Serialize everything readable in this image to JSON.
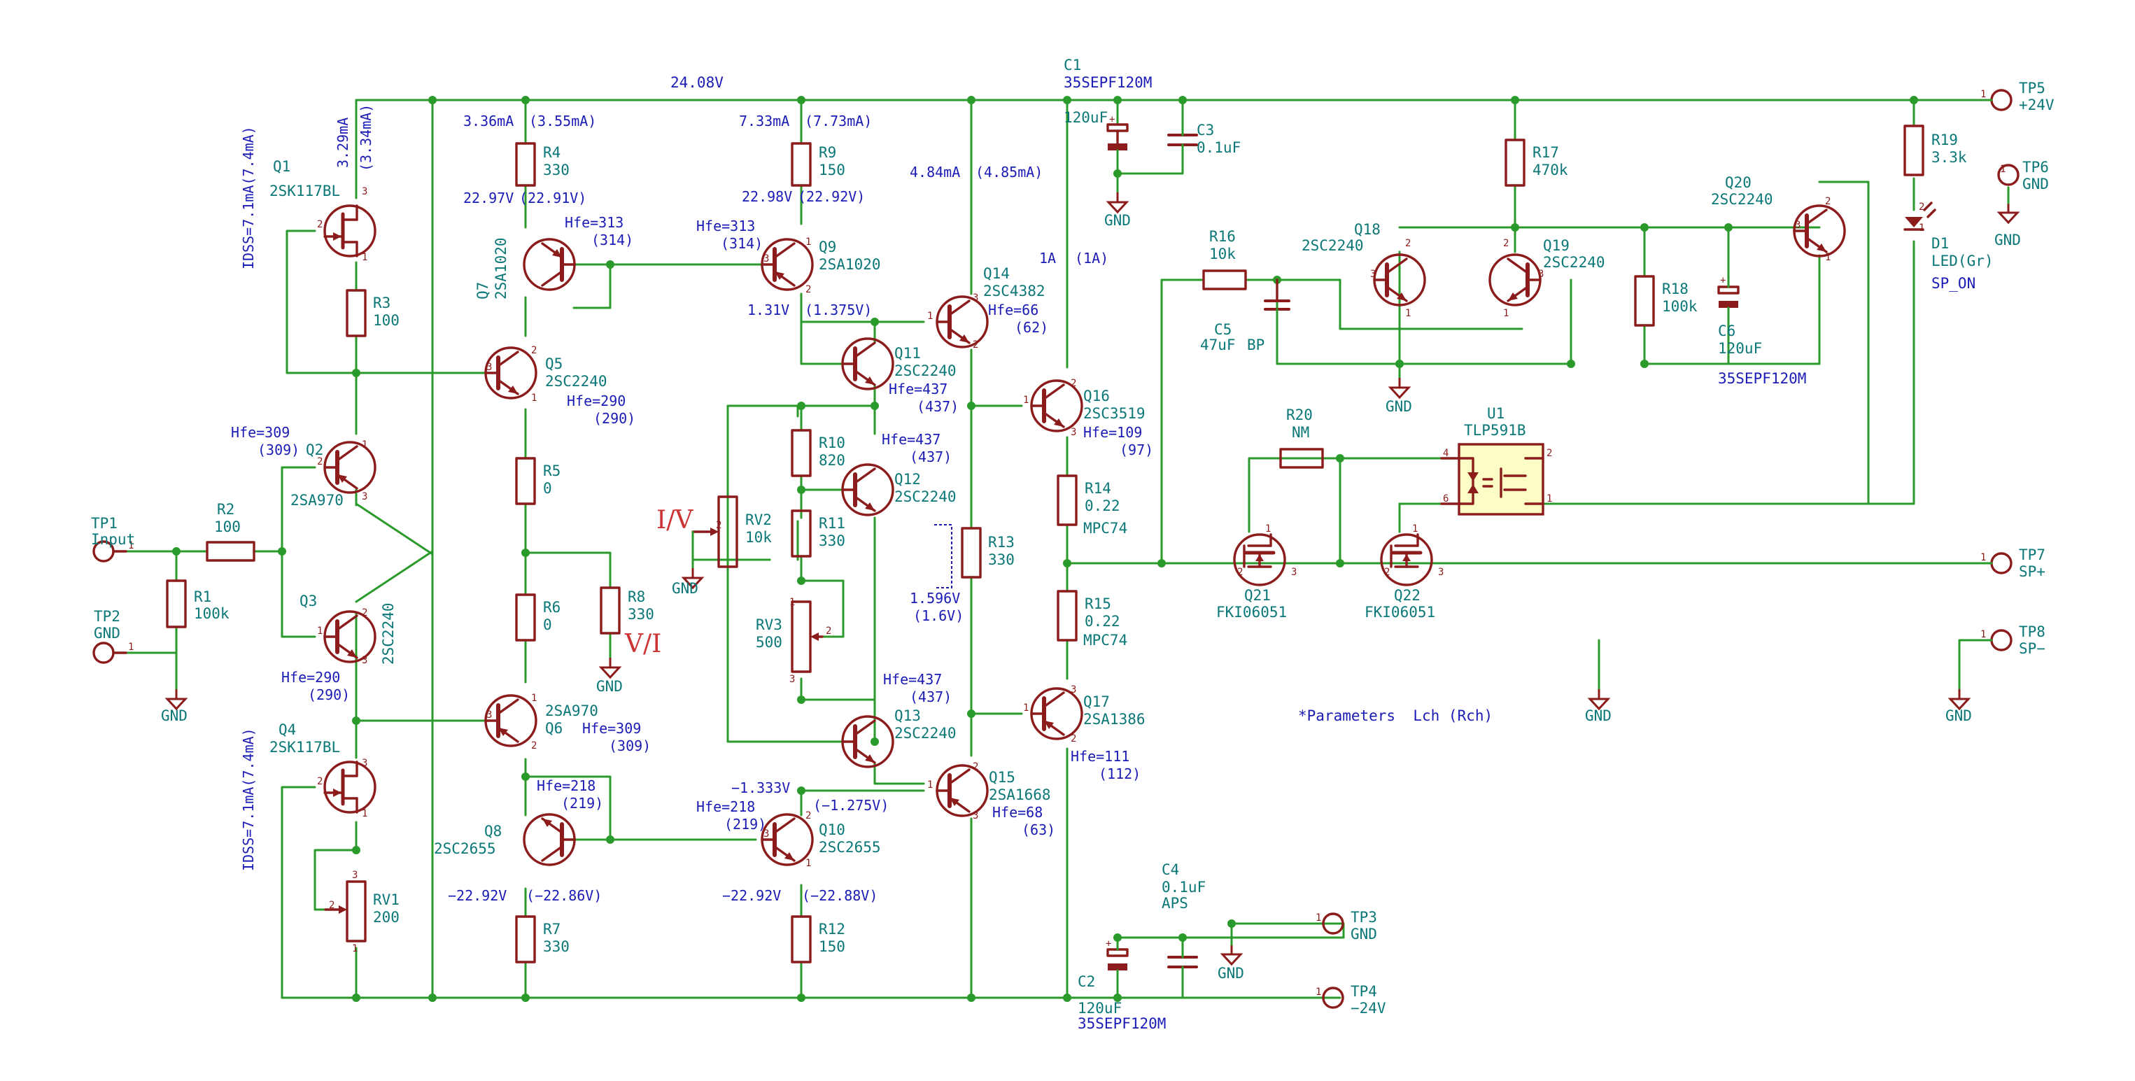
{
  "colors": {
    "wire": "#2a9a2a",
    "component": "#8c1c1c",
    "reference": "#0b7777",
    "annotation": "#1b1bb5",
    "body_fill": "#fdfdc6",
    "handwritten": "#cc3333"
  },
  "rail": {
    "top_voltage": "24.08V"
  },
  "terminals": {
    "tp1": {
      "ref": "TP1",
      "name": "Input"
    },
    "tp2": {
      "ref": "TP2",
      "name": "GND"
    },
    "tp3": {
      "ref": "TP3",
      "name": "GND"
    },
    "tp4": {
      "ref": "TP4",
      "name": "−24V"
    },
    "tp5": {
      "ref": "TP5",
      "name": "+24V"
    },
    "tp6": {
      "ref": "TP6",
      "name": "GND"
    },
    "tp7": {
      "ref": "TP7",
      "name": "SP+"
    },
    "tp8": {
      "ref": "TP8",
      "name": "SP−"
    }
  },
  "gnd_label": "GND",
  "resistors": {
    "r1": {
      "ref": "R1",
      "value": "100k"
    },
    "r2": {
      "ref": "R2",
      "value": "100"
    },
    "r3": {
      "ref": "R3",
      "value": "100"
    },
    "r4": {
      "ref": "R4",
      "value": "330"
    },
    "r5": {
      "ref": "R5",
      "value": "0"
    },
    "r6": {
      "ref": "R6",
      "value": "0"
    },
    "r7": {
      "ref": "R7",
      "value": "330"
    },
    "r8": {
      "ref": "R8",
      "value": "330"
    },
    "r9": {
      "ref": "R9",
      "value": "150"
    },
    "r10": {
      "ref": "R10",
      "value": "820"
    },
    "r11": {
      "ref": "R11",
      "value": "330"
    },
    "r12": {
      "ref": "R12",
      "value": "150"
    },
    "r13": {
      "ref": "R13",
      "value": "330"
    },
    "r14": {
      "ref": "R14",
      "value": "0.22",
      "extra": "MPC74"
    },
    "r15": {
      "ref": "R15",
      "value": "0.22",
      "extra": "MPC74"
    },
    "r16": {
      "ref": "R16",
      "value": "10k"
    },
    "r17": {
      "ref": "R17",
      "value": "470k"
    },
    "r18": {
      "ref": "R18",
      "value": "100k"
    },
    "r19": {
      "ref": "R19",
      "value": "3.3k"
    },
    "r20": {
      "ref": "R20",
      "value": "NM"
    }
  },
  "pots": {
    "rv1": {
      "ref": "RV1",
      "value": "200"
    },
    "rv2": {
      "ref": "RV2",
      "value": "10k"
    },
    "rv3": {
      "ref": "RV3",
      "value": "500"
    }
  },
  "capacitors": {
    "c1": {
      "ref": "C1",
      "value": "35SEPF120M",
      "sub": "120uF"
    },
    "c2": {
      "ref": "C2",
      "value": "120uF",
      "sub": "35SEPF120M"
    },
    "c3": {
      "ref": "C3",
      "value": "0.1uF"
    },
    "c4": {
      "ref": "C4",
      "value": "0.1uF",
      "sub": "APS"
    },
    "c5": {
      "ref": "C5",
      "value": "47uF",
      "sub": "BP"
    },
    "c6": {
      "ref": "C6",
      "value": "120uF",
      "sub": "35SEPF120M"
    }
  },
  "transistors": {
    "q1": {
      "ref": "Q1",
      "part": "2SK117BL"
    },
    "q2": {
      "ref": "Q2",
      "part": "2SA970"
    },
    "q3": {
      "ref": "Q3",
      "part": "2SC2240"
    },
    "q4": {
      "ref": "Q4",
      "part": "2SK117BL"
    },
    "q5": {
      "ref": "Q5",
      "part": "2SC2240"
    },
    "q6": {
      "ref": "Q6",
      "part": "2SA970"
    },
    "q7": {
      "ref": "Q7",
      "part": "2SA1020"
    },
    "q8": {
      "ref": "Q8",
      "part": "2SC2655"
    },
    "q9": {
      "ref": "Q9",
      "part": "2SA1020"
    },
    "q10": {
      "ref": "Q10",
      "part": "2SC2655"
    },
    "q11": {
      "ref": "Q11",
      "part": "2SC2240"
    },
    "q12": {
      "ref": "Q12",
      "part": "2SC2240"
    },
    "q13": {
      "ref": "Q13",
      "part": "2SC2240"
    },
    "q14": {
      "ref": "Q14",
      "part": "2SC4382"
    },
    "q15": {
      "ref": "Q15",
      "part": "2SA1668"
    },
    "q16": {
      "ref": "Q16",
      "part": "2SC3519"
    },
    "q17": {
      "ref": "Q17",
      "part": "2SA1386"
    },
    "q18": {
      "ref": "Q18",
      "part": "2SC2240"
    },
    "q19": {
      "ref": "Q19",
      "part": "2SC2240"
    },
    "q20": {
      "ref": "Q20",
      "part": "2SC2240"
    },
    "q21": {
      "ref": "Q21",
      "part": "FKI06051"
    },
    "q22": {
      "ref": "Q22",
      "part": "FKI06051"
    }
  },
  "others": {
    "d1": {
      "ref": "D1",
      "value": "LED(Gr)",
      "extra": "SP_ON"
    },
    "u1": {
      "ref": "U1",
      "value": "TLP591B"
    }
  },
  "hfe": {
    "q2": [
      "Hfe=309",
      "(309)"
    ],
    "q3": [
      "Hfe=290",
      "(290)"
    ],
    "q5": [
      "Hfe=290",
      "(290)"
    ],
    "q6": [
      "Hfe=309",
      "(309)"
    ],
    "q7": [
      "Hfe=313",
      "(314)"
    ],
    "q9": [
      "Hfe=313",
      "(314)"
    ],
    "q8": [
      "Hfe=218",
      "(219)"
    ],
    "q10": [
      "Hfe=218",
      "(219)"
    ],
    "q11": [
      "Hfe=437",
      "(437)"
    ],
    "q12": [
      "Hfe=437",
      "(437)"
    ],
    "q13": [
      "Hfe=437",
      "(437)"
    ],
    "q14": [
      "Hfe=66",
      "(62)"
    ],
    "q15": [
      "Hfe=68",
      "(63)"
    ],
    "q16": [
      "Hfe=109",
      "(97)"
    ],
    "q17": [
      "Hfe=111",
      "(112)"
    ]
  },
  "measurements": {
    "q1_current": [
      "3.29mA",
      "(3.34mA)"
    ],
    "idss": "IDSS=7.1mA(7.4mA)",
    "r4_current": [
      "3.36mA",
      "(3.55mA)"
    ],
    "r4_voltage": [
      "22.97V",
      "(22.91V)"
    ],
    "r9_current": [
      "7.33mA",
      "(7.73mA)"
    ],
    "r9_voltage": [
      "22.98V",
      "(22.92V)"
    ],
    "r13_current": [
      "4.84mA",
      "(4.85mA)"
    ],
    "q11_voltage": [
      "1.31V",
      "(1.375V)"
    ],
    "idle": [
      "1A",
      "(1A)"
    ],
    "r13_drop": [
      "1.596V",
      "(1.6V)"
    ],
    "q8_emitter": [
      "−22.92V",
      "(−22.86V)"
    ],
    "q10_emitter": [
      "−22.92V",
      "(−22.88V)"
    ],
    "q15_base": [
      "−1.333V",
      "(−1.275V)"
    ]
  },
  "handwritten": {
    "iv": "I/V",
    "vi": "V/I"
  },
  "note": "*Parameters  Lch (Rch)"
}
